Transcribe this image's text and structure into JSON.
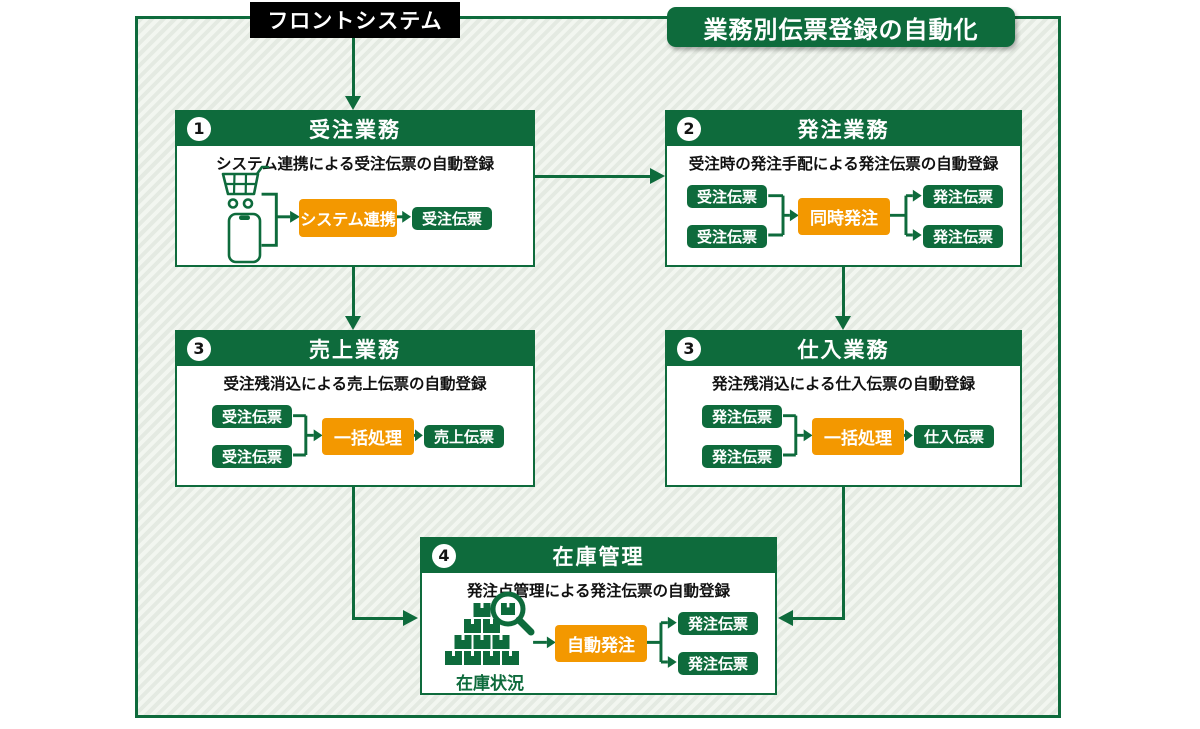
{
  "front_system_label": "フロントシステム",
  "main_title": "業務別伝票登録の自動化",
  "colors": {
    "dark_green": "#0e6b3c",
    "orange": "#f39800",
    "label_black": "#000000",
    "panel_stripe_light": "#f2f6f0",
    "panel_stripe_dark": "#e4eae2"
  },
  "icons": {
    "cart": "shopping-cart-icon",
    "smartphone": "smartphone-icon",
    "inventory": "inventory-boxes-icon",
    "magnifier": "magnifier-icon"
  },
  "cards": {
    "order": {
      "number": "1",
      "title": "受注業務",
      "caption": "システム連携による受注伝票の自動登録",
      "process": "システム連携",
      "output": "受注伝票"
    },
    "purchase_order": {
      "number": "2",
      "title": "発注業務",
      "caption": "受注時の発注手配による発注伝票の自動登録",
      "inputs": [
        "受注伝票",
        "受注伝票"
      ],
      "process": "同時発注",
      "outputs": [
        "発注伝票",
        "発注伝票"
      ]
    },
    "sales": {
      "number": "3",
      "title": "売上業務",
      "caption": "受注残消込による売上伝票の自動登録",
      "inputs": [
        "受注伝票",
        "受注伝票"
      ],
      "process": "一括処理",
      "output": "売上伝票"
    },
    "purchasing": {
      "number": "3",
      "title": "仕入業務",
      "caption": "発注残消込による仕入伝票の自動登録",
      "inputs": [
        "発注伝票",
        "発注伝票"
      ],
      "process": "一括処理",
      "output": "仕入伝票"
    },
    "inventory": {
      "number": "4",
      "title": "在庫管理",
      "caption": "発注点管理による発注伝票の自動登録",
      "icon_label": "在庫状況",
      "process": "自動発注",
      "outputs": [
        "発注伝票",
        "発注伝票"
      ]
    }
  }
}
